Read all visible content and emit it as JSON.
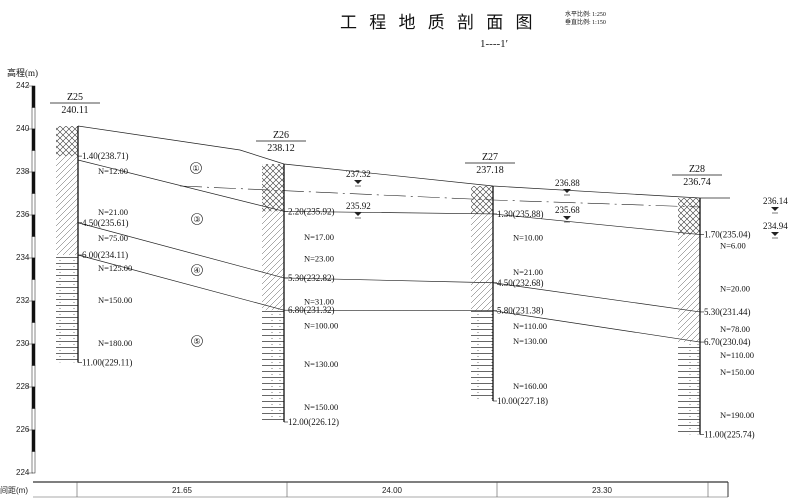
{
  "header": {
    "title": "工 程 地 质 剖 面 图",
    "section": "1----1′",
    "scale_h": "水平比例: 1:250",
    "scale_v": "垂直比例: 1:150"
  },
  "axis": {
    "label": "高程(m)",
    "ticks": [
      "242",
      "240",
      "238",
      "236",
      "234",
      "232",
      "230",
      "228",
      "226",
      "224"
    ]
  },
  "layers": [
    "①",
    "③",
    "④",
    "⑤"
  ],
  "boreholes": [
    {
      "id": "Z25",
      "elev": "240.11",
      "depths": [
        {
          "text": "1.40(238.71)"
        },
        {
          "text": "4.50(235.61)"
        },
        {
          "text": "6.00(234.11)"
        },
        {
          "text": "11.00(229.11)"
        }
      ],
      "n": [
        "N=12.00",
        "N=21.00",
        "N=75.00",
        "N=125.00",
        "N=150.00",
        "N=180.00"
      ]
    },
    {
      "id": "Z26",
      "elev": "238.12",
      "depths": [
        {
          "text": "2.20(235.92)"
        },
        {
          "text": "5.30(232.82)"
        },
        {
          "text": "6.80(231.32)"
        },
        {
          "text": "12.00(226.12)"
        }
      ],
      "n": [
        "N=17.00",
        "N=23.00",
        "N=31.00",
        "N=100.00",
        "N=130.00",
        "N=150.00"
      ]
    },
    {
      "id": "Z27",
      "elev": "237.18",
      "depths": [
        {
          "text": "1.30(235.88)"
        },
        {
          "text": "4.50(232.68)"
        },
        {
          "text": "5.80(231.38)"
        },
        {
          "text": "10.00(227.18)"
        }
      ],
      "n": [
        "N=10.00",
        "N=21.00",
        "N=110.00",
        "N=130.00",
        "N=160.00"
      ]
    },
    {
      "id": "Z28",
      "elev": "236.74",
      "depths": [
        {
          "text": "1.70(235.04)"
        },
        {
          "text": "5.30(231.44)"
        },
        {
          "text": "6.70(230.04)"
        },
        {
          "text": "11.00(225.74)"
        }
      ],
      "n": [
        "N=6.00",
        "N=20.00",
        "N=78.00",
        "N=110.00",
        "N=150.00",
        "N=190.00"
      ]
    }
  ],
  "water_levels": [
    "237.32",
    "235.92",
    "236.88",
    "235.68",
    "236.14",
    "234.94"
  ],
  "table": {
    "label": "间距(m)",
    "distances": [
      "21.65",
      "24.00",
      "23.30"
    ]
  }
}
